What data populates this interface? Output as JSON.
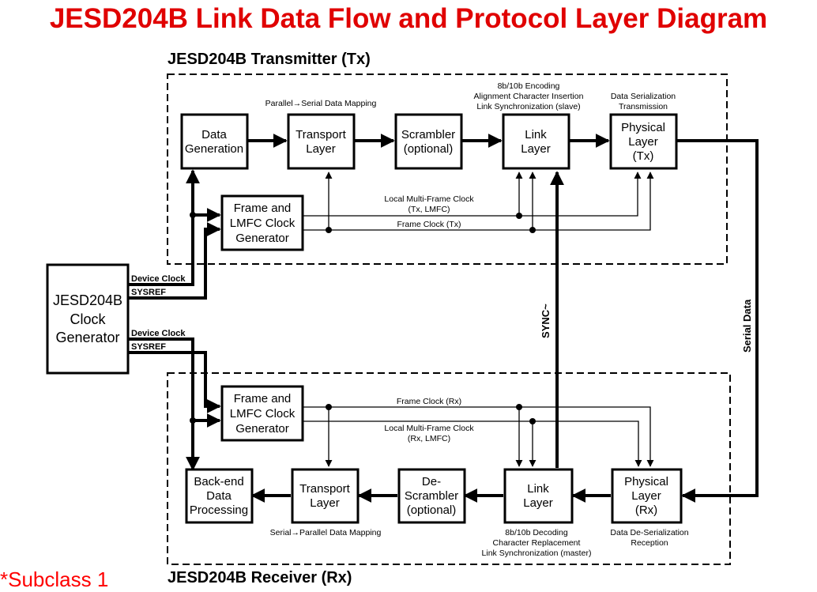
{
  "title": "JESD204B Link Data Flow and Protocol Layer Diagram",
  "footnote": "*Subclass 1",
  "transmitter": {
    "title": "JESD204B Transmitter (Tx)",
    "blocks": {
      "data_generation": [
        "Data",
        "Generation"
      ],
      "transport_layer": [
        "Transport",
        "Layer"
      ],
      "scrambler": [
        "Scrambler",
        "(optional)"
      ],
      "link_layer": [
        "Link",
        "Layer"
      ],
      "physical_layer": [
        "Physical",
        "Layer",
        "(Tx)"
      ],
      "clock_generator": [
        "Frame and",
        "LMFC Clock",
        "Generator"
      ]
    },
    "notes": {
      "transport": "Parallel→Serial Data Mapping",
      "link": [
        "8b/10b Encoding",
        "Alignment Character Insertion",
        "Link Synchronization (slave)"
      ],
      "physical": [
        "Data Serialization",
        "Transmission"
      ]
    },
    "signals": {
      "lmfc": [
        "Local Multi-Frame Clock",
        "(Tx, LMFC)"
      ],
      "frame_clock": "Frame Clock (Tx)"
    }
  },
  "receiver": {
    "title": "JESD204B Receiver (Rx)",
    "blocks": {
      "backend": [
        "Back-end",
        "Data",
        "Processing"
      ],
      "transport_layer": [
        "Transport",
        "Layer"
      ],
      "descrambler": [
        "De-",
        "Scrambler",
        "(optional)"
      ],
      "link_layer": [
        "Link",
        "Layer"
      ],
      "physical_layer": [
        "Physical",
        "Layer",
        "(Rx)"
      ],
      "clock_generator": [
        "Frame and",
        "LMFC Clock",
        "Generator"
      ]
    },
    "notes": {
      "transport": "Serial→Parallel Data Mapping",
      "link": [
        "8b/10b Decoding",
        "Character Replacement",
        "Link Synchronization (master)"
      ],
      "physical": [
        "Data De-Serialization",
        "Reception"
      ]
    },
    "signals": {
      "frame_clock": "Frame Clock (Rx)",
      "lmfc": [
        "Local Multi-Frame Clock",
        "(Rx, LMFC)"
      ]
    }
  },
  "clock_generator": {
    "label": [
      "JESD204B",
      "Clock",
      "Generator"
    ],
    "outputs": {
      "tx_device_clock": "Device Clock",
      "tx_sysref": "SYSREF",
      "rx_device_clock": "Device Clock",
      "rx_sysref": "SYSREF"
    }
  },
  "links": {
    "sync": "SYNC~",
    "serial_data": "Serial Data"
  },
  "colors": {
    "title": "#e00000",
    "footnote": "#ff0000",
    "lines": "#000000"
  }
}
